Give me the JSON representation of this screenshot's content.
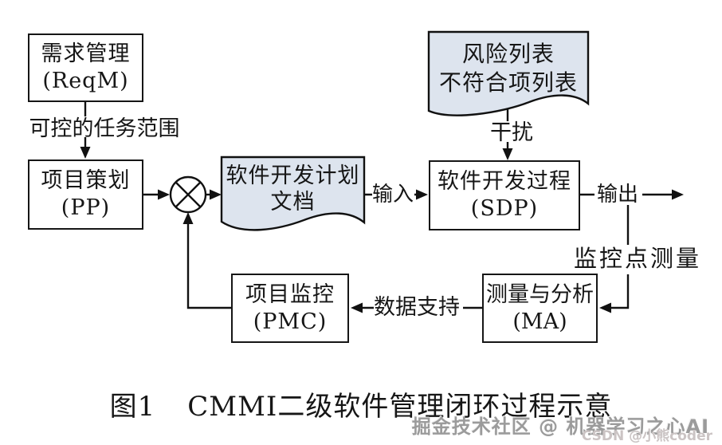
{
  "nodes": {
    "reqm": {
      "line1": "需求管理",
      "line2": "(ReqM)"
    },
    "pp": {
      "line1": "项目策划",
      "line2": "(PP)"
    },
    "sdp": {
      "line1": "软件开发过程",
      "line2": "(SDP)"
    },
    "ma": {
      "line1": "测量与分析",
      "line2": "(MA)"
    },
    "pmc": {
      "line1": "项目监控",
      "line2": "(PMC)"
    },
    "plan_doc": {
      "line1": "软件开发计划",
      "line2": "文档"
    },
    "risk_doc": {
      "line1": "风险列表",
      "line2": "不符合项列表"
    }
  },
  "labels": {
    "controlled_scope": "可控的任务范围",
    "input": "输入",
    "output": "输出",
    "interference": "干扰",
    "monitor_measure": "监控点测量",
    "data_support": "数据支持"
  },
  "caption": {
    "fig_no": "图1",
    "title": "CMMI二级软件管理闭环过程示意"
  },
  "watermarks": {
    "primary": "掘金技术社区 @ 机器学习之心AI",
    "secondary": "CSDN @小熊coder"
  },
  "colors": {
    "doc_fill": "#dde4ee",
    "line": "#111111",
    "box_fill": "#ffffff",
    "watermark": "#9b9b9b"
  }
}
